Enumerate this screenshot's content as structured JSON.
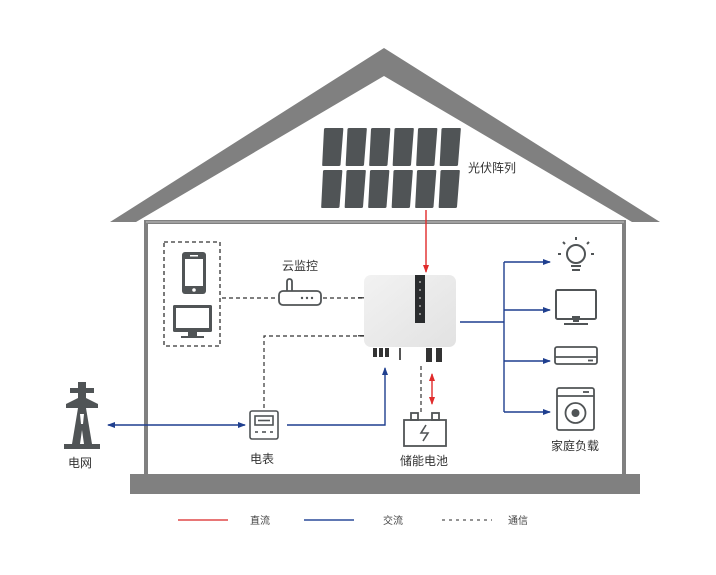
{
  "diagram": {
    "type": "home solar energy storage system",
    "labels": {
      "pv_array": "光伏阵列",
      "cloud_monitor": "云监控",
      "grid": "电网",
      "meter": "电表",
      "battery": "储能电池",
      "home_load": "家庭负载"
    },
    "legend": [
      {
        "label": "直流",
        "style": "solid",
        "color": "#e04848"
      },
      {
        "label": "交流",
        "style": "solid",
        "color": "#2b4c9a"
      },
      {
        "label": "通信",
        "style": "dashed",
        "color": "#555555"
      }
    ],
    "colors": {
      "house": "#808080",
      "icon": "#505456",
      "dc": "#e02b2b",
      "ac": "#1f3f8f",
      "comm": "#333333"
    },
    "connections": [
      {
        "from": "pv_array",
        "to": "inverter",
        "type": "dc"
      },
      {
        "from": "inverter",
        "to": "battery",
        "type": "dc",
        "bidirectional": true
      },
      {
        "from": "inverter",
        "to": "home_load",
        "type": "ac"
      },
      {
        "from": "meter",
        "to": "inverter",
        "type": "ac"
      },
      {
        "from": "grid",
        "to": "meter",
        "type": "ac",
        "bidirectional": true
      },
      {
        "from": "inverter",
        "to": "cloud_monitor",
        "type": "comm"
      },
      {
        "from": "cloud_monitor",
        "to": "user_devices",
        "type": "comm"
      },
      {
        "from": "inverter",
        "to": "meter",
        "type": "comm"
      },
      {
        "from": "inverter",
        "to": "battery",
        "type": "comm"
      }
    ],
    "home_loads": [
      "light",
      "tv",
      "air-conditioner",
      "washing-machine"
    ]
  }
}
